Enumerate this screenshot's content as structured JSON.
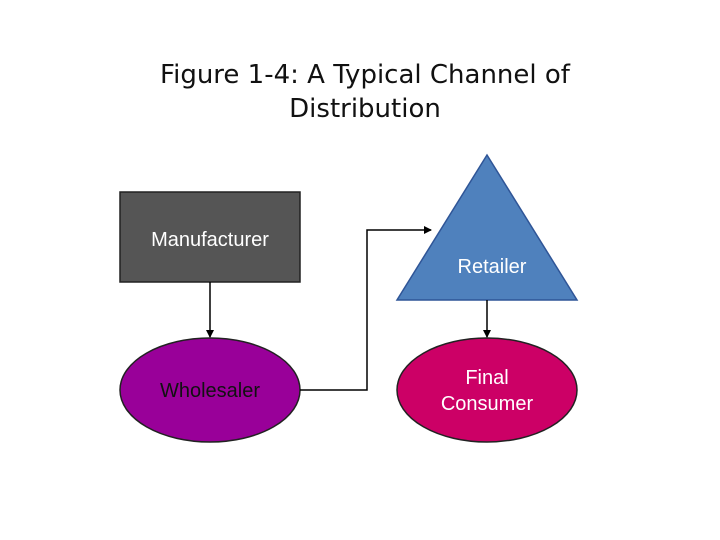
{
  "title": {
    "line1": "Figure 1-4: A Typical Channel of",
    "line2": "Distribution"
  },
  "nodes": {
    "manufacturer": {
      "label": "Manufacturer",
      "color": "#555555"
    },
    "wholesaler": {
      "label": "Wholesaler",
      "color": "#990099"
    },
    "retailer": {
      "label": "Retailer",
      "color": "#4f81bd"
    },
    "final_consumer": {
      "line1": "Final",
      "line2": "Consumer",
      "color": "#cc0066"
    }
  },
  "connector_color": "#000000"
}
